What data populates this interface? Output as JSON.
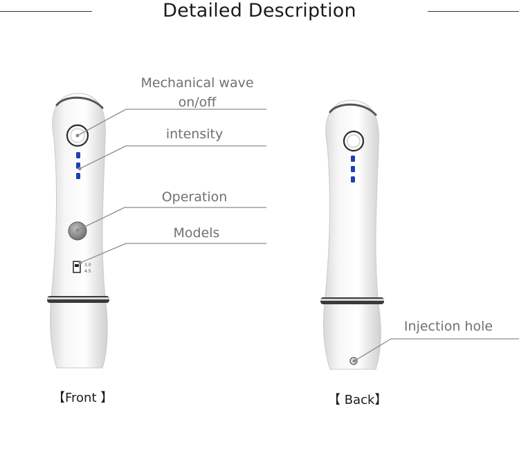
{
  "header": {
    "title": "Detailed Description"
  },
  "callouts": {
    "mechanical_wave_line1": "Mechanical wave",
    "mechanical_wave_line2": "on/off",
    "intensity": "intensity",
    "operation": "Operation",
    "models": "Models",
    "injection_hole": "Injection hole"
  },
  "device_front": {
    "model_label_1": "3.0",
    "model_label_2": "4.5"
  },
  "captions": {
    "front": "【Front 】",
    "back": "【 Back】"
  },
  "colors": {
    "indicator_blue": "#1f3fb5",
    "leader_line": "#8a8a8a",
    "body_white": "#f4f4f4"
  }
}
